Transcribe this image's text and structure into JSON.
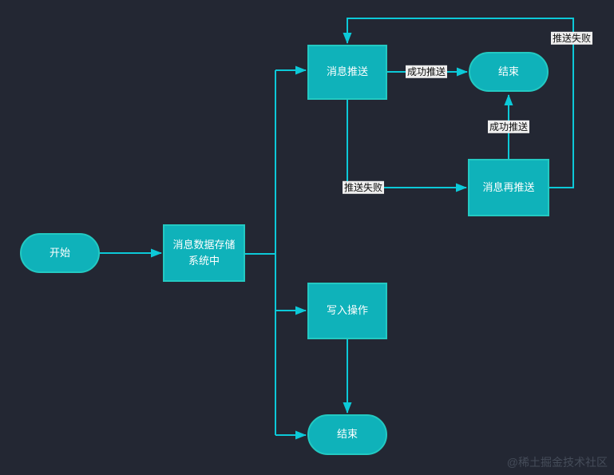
{
  "diagram": {
    "nodes": {
      "start": {
        "label": "开始"
      },
      "store": {
        "label": "消息数据存储\n系统中"
      },
      "push": {
        "label": "消息推送"
      },
      "end_top": {
        "label": "结束"
      },
      "repush": {
        "label": "消息再推送"
      },
      "write": {
        "label": "写入操作"
      },
      "end_bottom": {
        "label": "结束"
      }
    },
    "edge_labels": {
      "push_success_top": "成功推送",
      "push_fail_mid": "推送失败",
      "repush_success": "成功推送",
      "repush_fail": "推送失败"
    },
    "colors": {
      "background": "#232733",
      "node_fill": "#0fb2ba",
      "node_border": "#23c9c2",
      "edge_line": "#0cc9d8",
      "node_text": "#ffffff",
      "edge_label_bg": "#eeeeee",
      "edge_label_text": "#111111",
      "watermark_text": "#454c59"
    }
  },
  "watermark": {
    "text": "@稀土掘金技术社区"
  }
}
